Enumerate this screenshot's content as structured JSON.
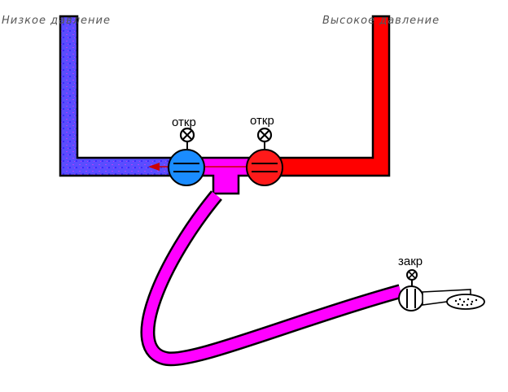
{
  "labels": {
    "low_pressure": "Низкое давление",
    "high_pressure": "Высокое давление"
  },
  "valves": {
    "cold": {
      "state": "откр"
    },
    "hot": {
      "state": "откр"
    },
    "shower": {
      "state": "закр"
    }
  },
  "colors": {
    "low_pressure_pipe": "#5050ff",
    "high_pressure_pipe": "#ff0000",
    "mixed_pipe": "#ff00ff",
    "cold_valve": "#1a8cff",
    "hot_valve": "#ff1a1a",
    "flow_arrow": "#cc0000"
  }
}
